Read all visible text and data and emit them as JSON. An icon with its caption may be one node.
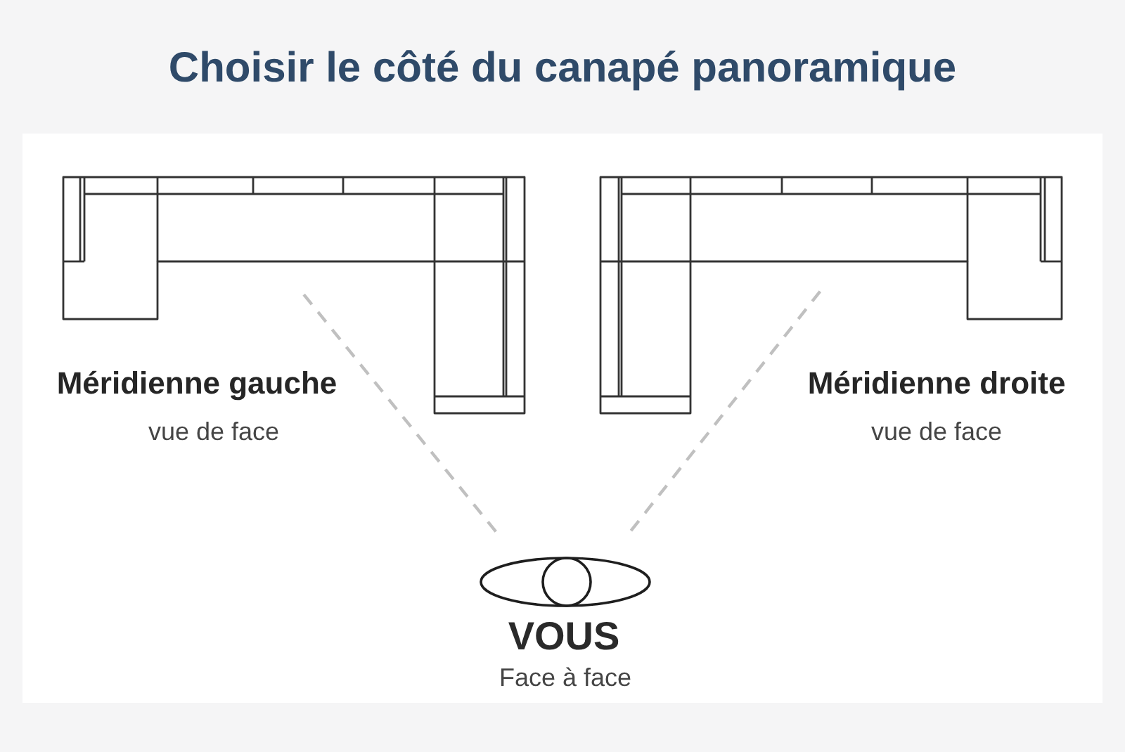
{
  "diagram": {
    "title": "Choisir le côté du canapé panoramique",
    "nodes": [
      {
        "text": [],
        "shape": "picture",
        "beside": [
          "Méridienne gauche",
          "vue de face"
        ]
      },
      {
        "text": [],
        "shape": "picture",
        "beside": [
          "Méridienne droite",
          "vue de face"
        ]
      },
      {
        "text": [],
        "shape": "picture",
        "beside": [
          "VOUS",
          "Face à face"
        ]
      }
    ],
    "edges": [
      {
        "from": 2,
        "to": 0,
        "arrow": "none",
        "style": "dashed"
      },
      {
        "from": 2,
        "to": 1,
        "arrow": "none",
        "style": "dashed"
      }
    ]
  }
}
